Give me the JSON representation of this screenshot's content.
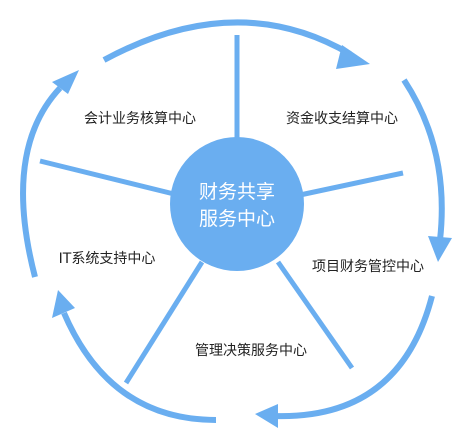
{
  "center": {
    "line1": "财务共享",
    "line2": "服务中心"
  },
  "nodes": [
    {
      "label": "会计业务核算中心"
    },
    {
      "label": "资金收支结算中心"
    },
    {
      "label": "项目财务管控中心"
    },
    {
      "label": "管理决策服务中心"
    },
    {
      "label": "IT系统支持中心"
    }
  ],
  "colors": {
    "accent": "#6aaef0",
    "hub_text": "#ffffff",
    "label_text": "#222222"
  }
}
